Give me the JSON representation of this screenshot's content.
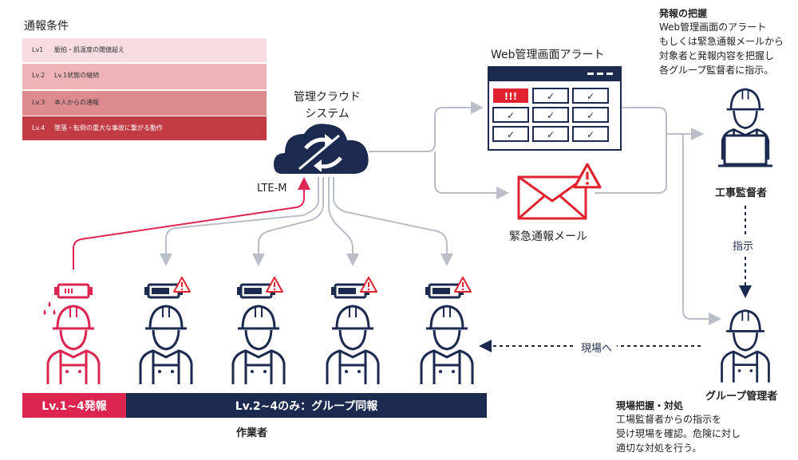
{
  "conditions": {
    "title": "通報条件",
    "levels": [
      {
        "code": "Lv1",
        "text": "脈拍・肌温度の閾値超え",
        "color": "#f7dde0"
      },
      {
        "code": "Lv.2",
        "text": "Lv.1状態の継続",
        "color": "#eeb4b8"
      },
      {
        "code": "Lv.3",
        "text": "本人からの通報",
        "color": "#dd8b8f"
      },
      {
        "code": "Lv.4",
        "text": "墜落・転倒の重大な事故に繋がる動作",
        "color": "#c23b43"
      }
    ]
  },
  "cloud": {
    "label_line1": "管理クラウド",
    "label_line2": "システム"
  },
  "lte_label": "LTE-M",
  "web_alert": {
    "title": "Web管理画面アラート",
    "alert_mark": "!!!",
    "check_mark": "✓"
  },
  "email": {
    "label": "緊急通報メール"
  },
  "supervisor": {
    "heading": "発報の把握",
    "lines": [
      "Web管理画面のアラート",
      "もしくは緊急通報メールから",
      "対象者と発報内容を把握し",
      "各グループ監督者に指示。"
    ],
    "role": "工事監督者"
  },
  "instruction_label": "指示",
  "to_site_label": "現場へ",
  "group_manager": {
    "role": "グループ管理者",
    "heading": "現場把握・対処",
    "lines": [
      "工場監督者からの指示を",
      "受け現場を確認。危険に対し",
      "適切な対処を行う。"
    ]
  },
  "bars": {
    "left": "Lv.1~4発報",
    "right": "Lv.2~4のみ：グループ同報"
  },
  "workers_label": "作業者",
  "colors": {
    "red": "#dd2552",
    "navy": "#1b2a4e",
    "gray": "#b9bec8",
    "alert_red": "#e0242f"
  }
}
